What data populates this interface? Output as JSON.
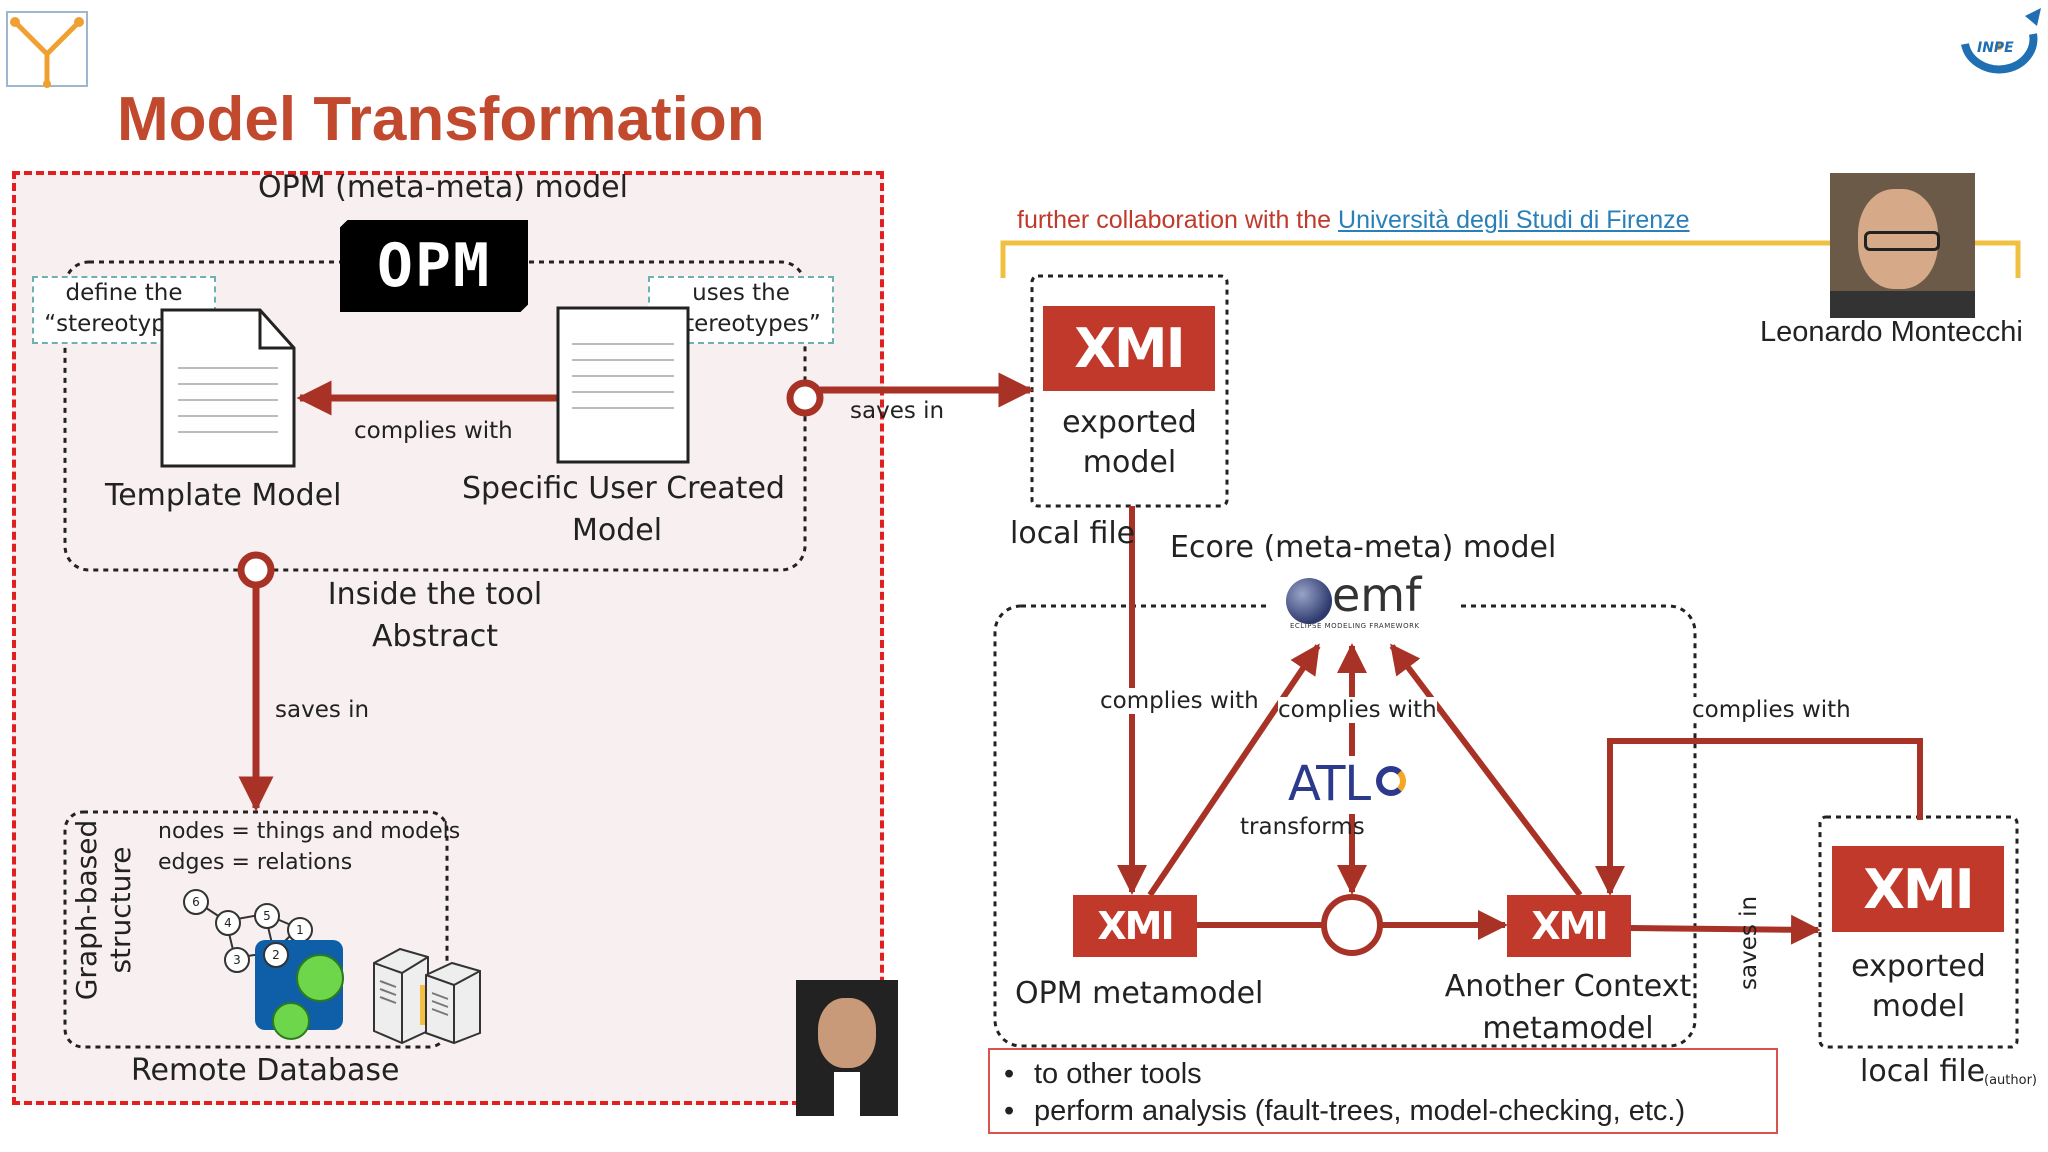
{
  "title": "Model Transformation",
  "logo_topleft": "Y-shaped logo",
  "logo_topright": {
    "text": "INPE"
  },
  "opm_box": {
    "title": "OPM (meta-meta) model",
    "logo_text": "OPM",
    "define_stereo": [
      "define the",
      "“stereotypes”"
    ],
    "uses_stereo": [
      "uses the",
      "“stereotypes”"
    ],
    "complies_with": "complies with",
    "template_model": "Template Model",
    "specific_model": [
      "Specific User Created",
      "Model"
    ],
    "inside_tool": [
      "Inside the tool",
      "Abstract"
    ],
    "saves_in": "saves in"
  },
  "database": {
    "nodes_line": "nodes = things and models",
    "edges_line": "edges = relations",
    "graph_label": [
      "Graph-based",
      "structure"
    ],
    "graph_nodes": [
      "6",
      "4",
      "5",
      "1",
      "3",
      "2"
    ],
    "remote_label": "Remote Database"
  },
  "saves_in_top": "saves in",
  "collab": {
    "prefix": "further collaboration with the ",
    "university": "Università degli Studi di Firenze"
  },
  "person_name": "Leonardo Montecchi",
  "xmi_exported": {
    "xmi": "XMI",
    "label": [
      "exported",
      "model"
    ],
    "local": "local file"
  },
  "ecore": {
    "title": "Ecore (meta-meta) model",
    "emf_text": "emf",
    "emf_sub": "ECLIPSE MODELING FRAMEWORK",
    "complies_left": "complies with",
    "complies_mid": "complies with",
    "complies_right": "complies with",
    "atl_text": "ATL",
    "transforms": "transforms",
    "opm_meta_xmi": "XMI",
    "opm_meta_label": "OPM metamodel",
    "another_xmi": "XMI",
    "another_label": [
      "Another Context",
      "metamodel"
    ],
    "saves_in_vertical": "saves in"
  },
  "xmi_right": {
    "xmi": "XMI",
    "label": [
      "exported",
      "model"
    ],
    "local": "local file",
    "author": "(author)"
  },
  "bullets": [
    "to other tools",
    "perform analysis (fault-trees, model-checking, etc.)"
  ],
  "colors": {
    "accent": "#c0392b",
    "title": "#c0492e",
    "arrow": "#a93226",
    "dash_red": "#e02020",
    "stereo_border": "#6fb1b1"
  }
}
